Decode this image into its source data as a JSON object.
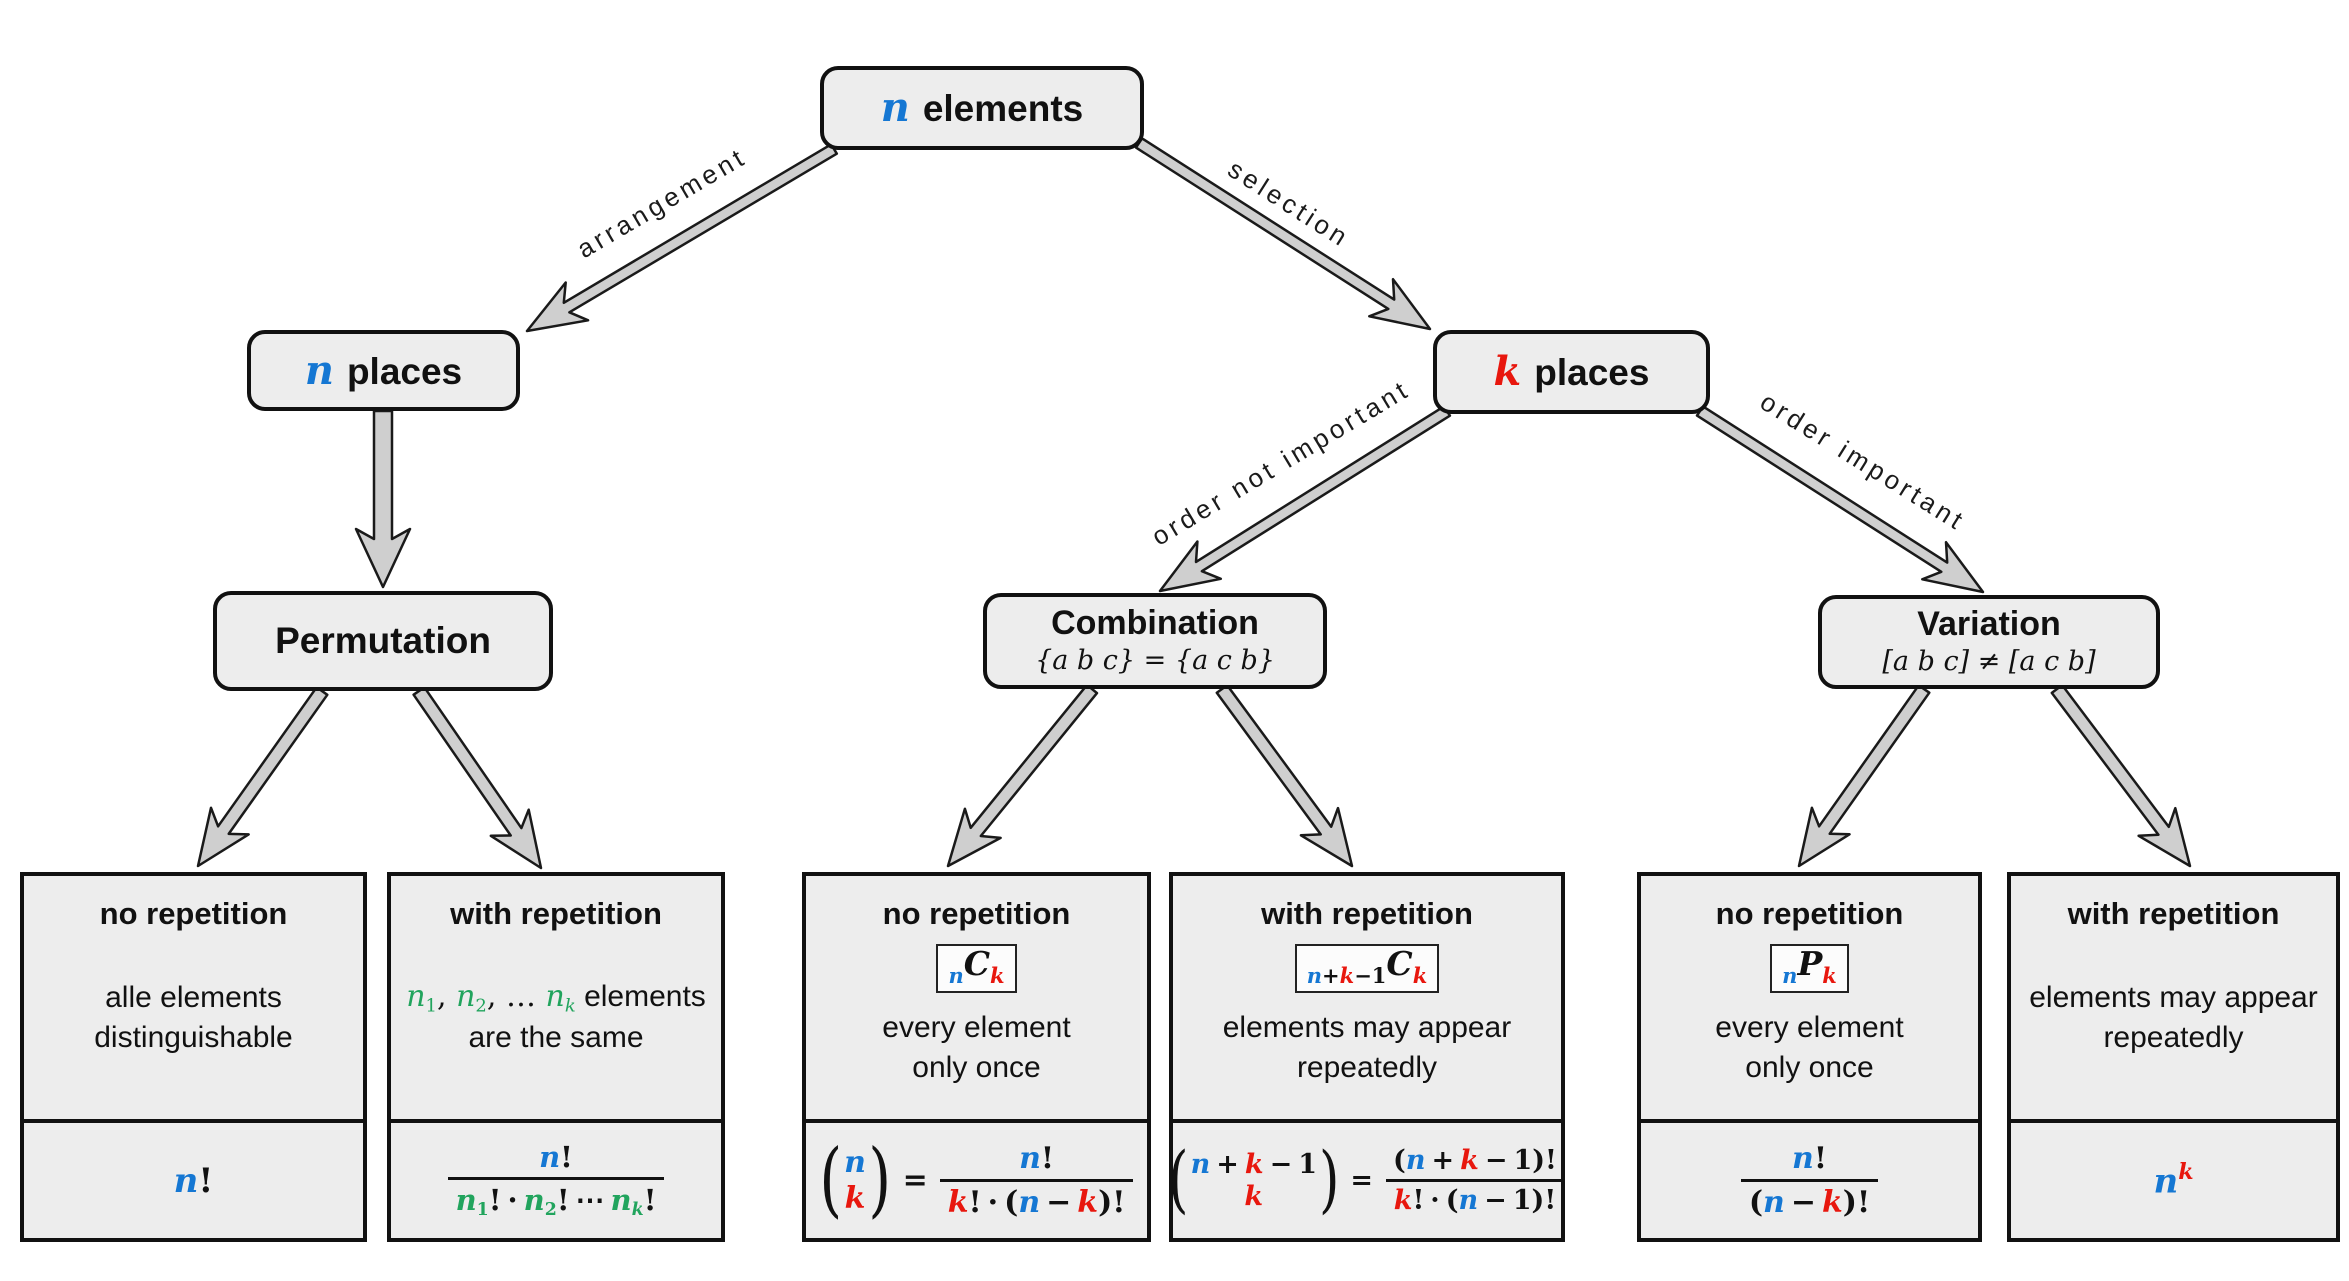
{
  "nodes": {
    "elements": {
      "var": "n",
      "label": "elements"
    },
    "n_places": {
      "var": "n",
      "label": "places"
    },
    "k_places": {
      "var": "k",
      "label": "places"
    },
    "permutation": {
      "title": "Permutation"
    },
    "combination": {
      "title": "Combination",
      "example": "{a b c} = {a c b}"
    },
    "variation": {
      "title": "Variation",
      "example": "[a b c] ≠ [a c b]"
    }
  },
  "edges": {
    "arrangement": "arrangement",
    "selection": "selection",
    "order_not_important": "order not important",
    "order_important": "order important"
  },
  "leaves": {
    "perm_no": {
      "head": "no repetition",
      "line1": "alle elements",
      "line2": "distinguishable"
    },
    "perm_with": {
      "head": "with repetition",
      "tail": "elements",
      "line2": "are the same"
    },
    "comb_no": {
      "head": "no repetition",
      "line1": "every element",
      "line2": "only once"
    },
    "comb_with": {
      "head": "with repetition",
      "line1": "elements may appear",
      "line2": "repeatedly"
    },
    "var_no": {
      "head": "no repetition",
      "line1": "every element",
      "line2": "only once"
    },
    "var_with": {
      "head": "with repetition",
      "line1": "elements may appear",
      "line2": "repeatedly"
    }
  },
  "math": {
    "n": "n",
    "k": "k",
    "C": "C",
    "P": "P",
    "one": "1",
    "sub1": "1",
    "sub2": "2",
    "bang": "!",
    "cdot": "·",
    "cdots": "⋯",
    "plus": "+",
    "minus": "−",
    "eq": "=",
    "lp": "(",
    "rp": ")",
    "comma": ",",
    "ellipsis": "…"
  },
  "colors": {
    "blue": "#1577d3",
    "red": "#e8170e",
    "green": "#21a45d"
  }
}
